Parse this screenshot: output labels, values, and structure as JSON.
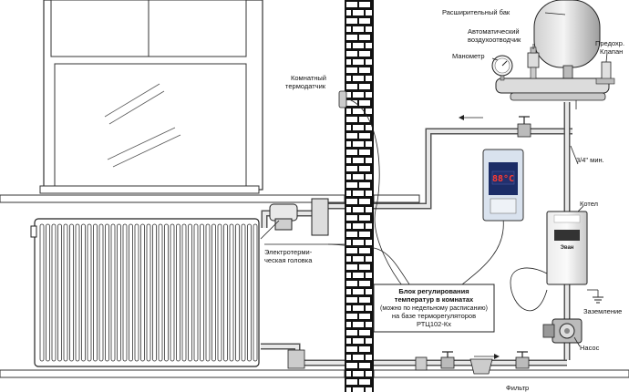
{
  "labels": {
    "expansion_tank": "Расширительный бак",
    "air_vent_1": "Автоматический",
    "air_vent_2": "воздухоотводчик",
    "manometer": "Манометр",
    "safety_valve_1": "Предохр.",
    "safety_valve_2": "Клапан",
    "room_sensor_1": "Комнатный",
    "room_sensor_2": "термодатчик",
    "pipe_size": "3/4\" мин.",
    "boiler": "Котел",
    "grounding": "Заземление",
    "pump": "Насос",
    "filter": "Фильтр",
    "thermo_head_1": "Электротерми-",
    "thermo_head_2": "ческая головка",
    "controller_display": "88°C",
    "boiler_brand": "Эван"
  },
  "control_block": {
    "line1": "Блок регулирования",
    "line2": "температур в комнатах",
    "line3": "(можно по недельному расписанию)",
    "line4": "на базе терморегуляторов",
    "line5": "РТЦ102-Кх"
  },
  "colors": {
    "pipe": "#555555",
    "controller_body": "#d9e2ee",
    "controller_screen": "#1b2c66",
    "display_digits": "#ff3b2f",
    "brick": "#111111"
  }
}
